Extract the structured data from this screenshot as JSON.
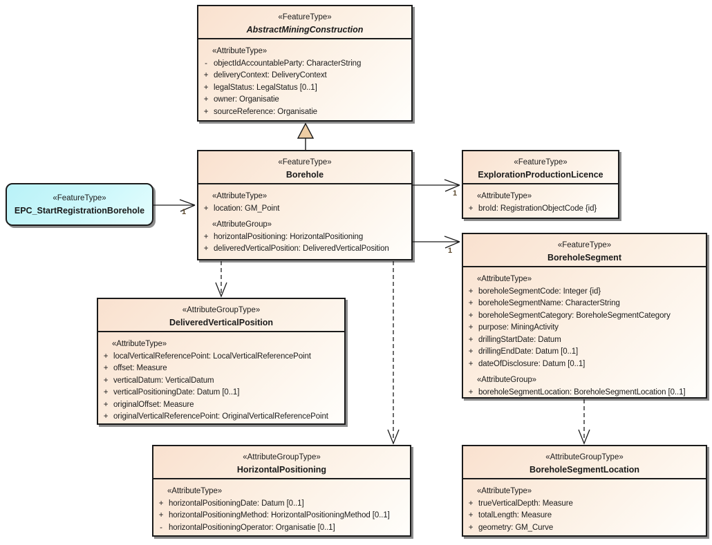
{
  "diagram": {
    "classes": [
      {
        "id": "abstract-mining-construction",
        "stereotype": "«FeatureType»",
        "name": "AbstractMiningConstruction",
        "abstract": true,
        "sections": [
          {
            "stereotype": "«AttributeType»",
            "attributes": [
              {
                "visibility": "-",
                "text": "objectIdAccountableParty: CharacterString"
              },
              {
                "visibility": "+",
                "text": "deliveryContext: DeliveryContext"
              },
              {
                "visibility": "+",
                "text": "legalStatus: LegalStatus [0..1]"
              },
              {
                "visibility": "+",
                "text": "owner: Organisatie"
              },
              {
                "visibility": "+",
                "text": "sourceReference: Organisatie"
              }
            ]
          }
        ]
      },
      {
        "id": "borehole",
        "stereotype": "«FeatureType»",
        "name": "Borehole",
        "abstract": false,
        "sections": [
          {
            "stereotype": "«AttributeType»",
            "attributes": [
              {
                "visibility": "+",
                "text": "location: GM_Point"
              }
            ]
          },
          {
            "stereotype": "«AttributeGroup»",
            "attributes": [
              {
                "visibility": "+",
                "text": "horizontalPositioning: HorizontalPositioning"
              },
              {
                "visibility": "+",
                "text": "deliveredVerticalPosition: DeliveredVerticalPosition"
              }
            ]
          }
        ]
      },
      {
        "id": "epc-start-registration-borehole",
        "stereotype": "«FeatureType»",
        "name": "EPC_StartRegistrationBorehole",
        "abstract": false,
        "sections": []
      },
      {
        "id": "exploration-production-licence",
        "stereotype": "«FeatureType»",
        "name": "ExplorationProductionLicence",
        "abstract": false,
        "sections": [
          {
            "stereotype": "«AttributeType»",
            "attributes": [
              {
                "visibility": "+",
                "text": "broId: RegistrationObjectCode {id}"
              }
            ]
          }
        ]
      },
      {
        "id": "borehole-segment",
        "stereotype": "«FeatureType»",
        "name": "BoreholeSegment",
        "abstract": false,
        "sections": [
          {
            "stereotype": "«AttributeType»",
            "attributes": [
              {
                "visibility": "+",
                "text": "boreholeSegmentCode: Integer {id}"
              },
              {
                "visibility": "+",
                "text": "boreholeSegmentName: CharacterString"
              },
              {
                "visibility": "+",
                "text": "boreholeSegmentCategory: BoreholeSegmentCategory"
              },
              {
                "visibility": "+",
                "text": "purpose: MiningActivity"
              },
              {
                "visibility": "+",
                "text": "drillingStartDate: Datum"
              },
              {
                "visibility": "+",
                "text": "drillingEndDate: Datum [0..1]"
              },
              {
                "visibility": "+",
                "text": "dateOfDisclosure: Datum [0..1]"
              }
            ]
          },
          {
            "stereotype": "«AttributeGroup»",
            "attributes": [
              {
                "visibility": "+",
                "text": "boreholeSegmentLocation: BoreholeSegmentLocation [0..1]"
              }
            ]
          }
        ]
      },
      {
        "id": "delivered-vertical-position",
        "stereotype": "«AttributeGroupType»",
        "name": "DeliveredVerticalPosition",
        "abstract": false,
        "sections": [
          {
            "stereotype": "«AttributeType»",
            "attributes": [
              {
                "visibility": "+",
                "text": "localVerticalReferencePoint: LocalVerticalReferencePoint"
              },
              {
                "visibility": "+",
                "text": "offset: Measure"
              },
              {
                "visibility": "+",
                "text": "verticalDatum: VerticalDatum"
              },
              {
                "visibility": "+",
                "text": "verticalPositioningDate: Datum [0..1]"
              },
              {
                "visibility": "+",
                "text": "originalOffset: Measure"
              },
              {
                "visibility": "+",
                "text": "originalVerticalReferencePoint: OriginalVerticalReferencePoint"
              }
            ]
          }
        ]
      },
      {
        "id": "horizontal-positioning",
        "stereotype": "«AttributeGroupType»",
        "name": "HorizontalPositioning",
        "abstract": false,
        "sections": [
          {
            "stereotype": "«AttributeType»",
            "attributes": [
              {
                "visibility": "+",
                "text": "horizontalPositioningDate: Datum [0..1]"
              },
              {
                "visibility": "+",
                "text": "horizontalPositioningMethod: HorizontalPositioningMethod [0..1]"
              },
              {
                "visibility": "-",
                "text": "horizontalPositioningOperator: Organisatie [0..1]"
              }
            ]
          }
        ]
      },
      {
        "id": "borehole-segment-location",
        "stereotype": "«AttributeGroupType»",
        "name": "BoreholeSegmentLocation",
        "abstract": false,
        "sections": [
          {
            "stereotype": "«AttributeType»",
            "attributes": [
              {
                "visibility": "+",
                "text": "trueVerticalDepth: Measure"
              },
              {
                "visibility": "+",
                "text": "totalLength: Measure"
              },
              {
                "visibility": "+",
                "text": "geometry: GM_Curve"
              }
            ]
          }
        ]
      }
    ],
    "connectors": [
      {
        "type": "association",
        "from": "EPC_StartRegistrationBorehole",
        "to": "Borehole",
        "target_multiplicity": "1"
      },
      {
        "type": "association",
        "from": "Borehole",
        "to": "ExplorationProductionLicence",
        "target_multiplicity": "1"
      },
      {
        "type": "association",
        "from": "Borehole",
        "to": "BoreholeSegment",
        "target_multiplicity": "1"
      },
      {
        "type": "generalization",
        "from": "Borehole",
        "to": "AbstractMiningConstruction"
      },
      {
        "type": "dependency",
        "from": "Borehole",
        "to": "DeliveredVerticalPosition"
      },
      {
        "type": "dependency",
        "from": "Borehole",
        "to": "HorizontalPositioning"
      },
      {
        "type": "dependency",
        "from": "BoreholeSegment",
        "to": "BoreholeSegmentLocation"
      }
    ],
    "colors": {
      "class_fill_start": "#f9e1cf",
      "class_fill_end": "#fffefb",
      "event_fill": "#b9f2f7",
      "border": "#1a1a1a",
      "shadow": "#8c8c8c",
      "multiplicity_text": "#5d4a2f",
      "generalization_arrow_fill": "#eecda4"
    }
  }
}
